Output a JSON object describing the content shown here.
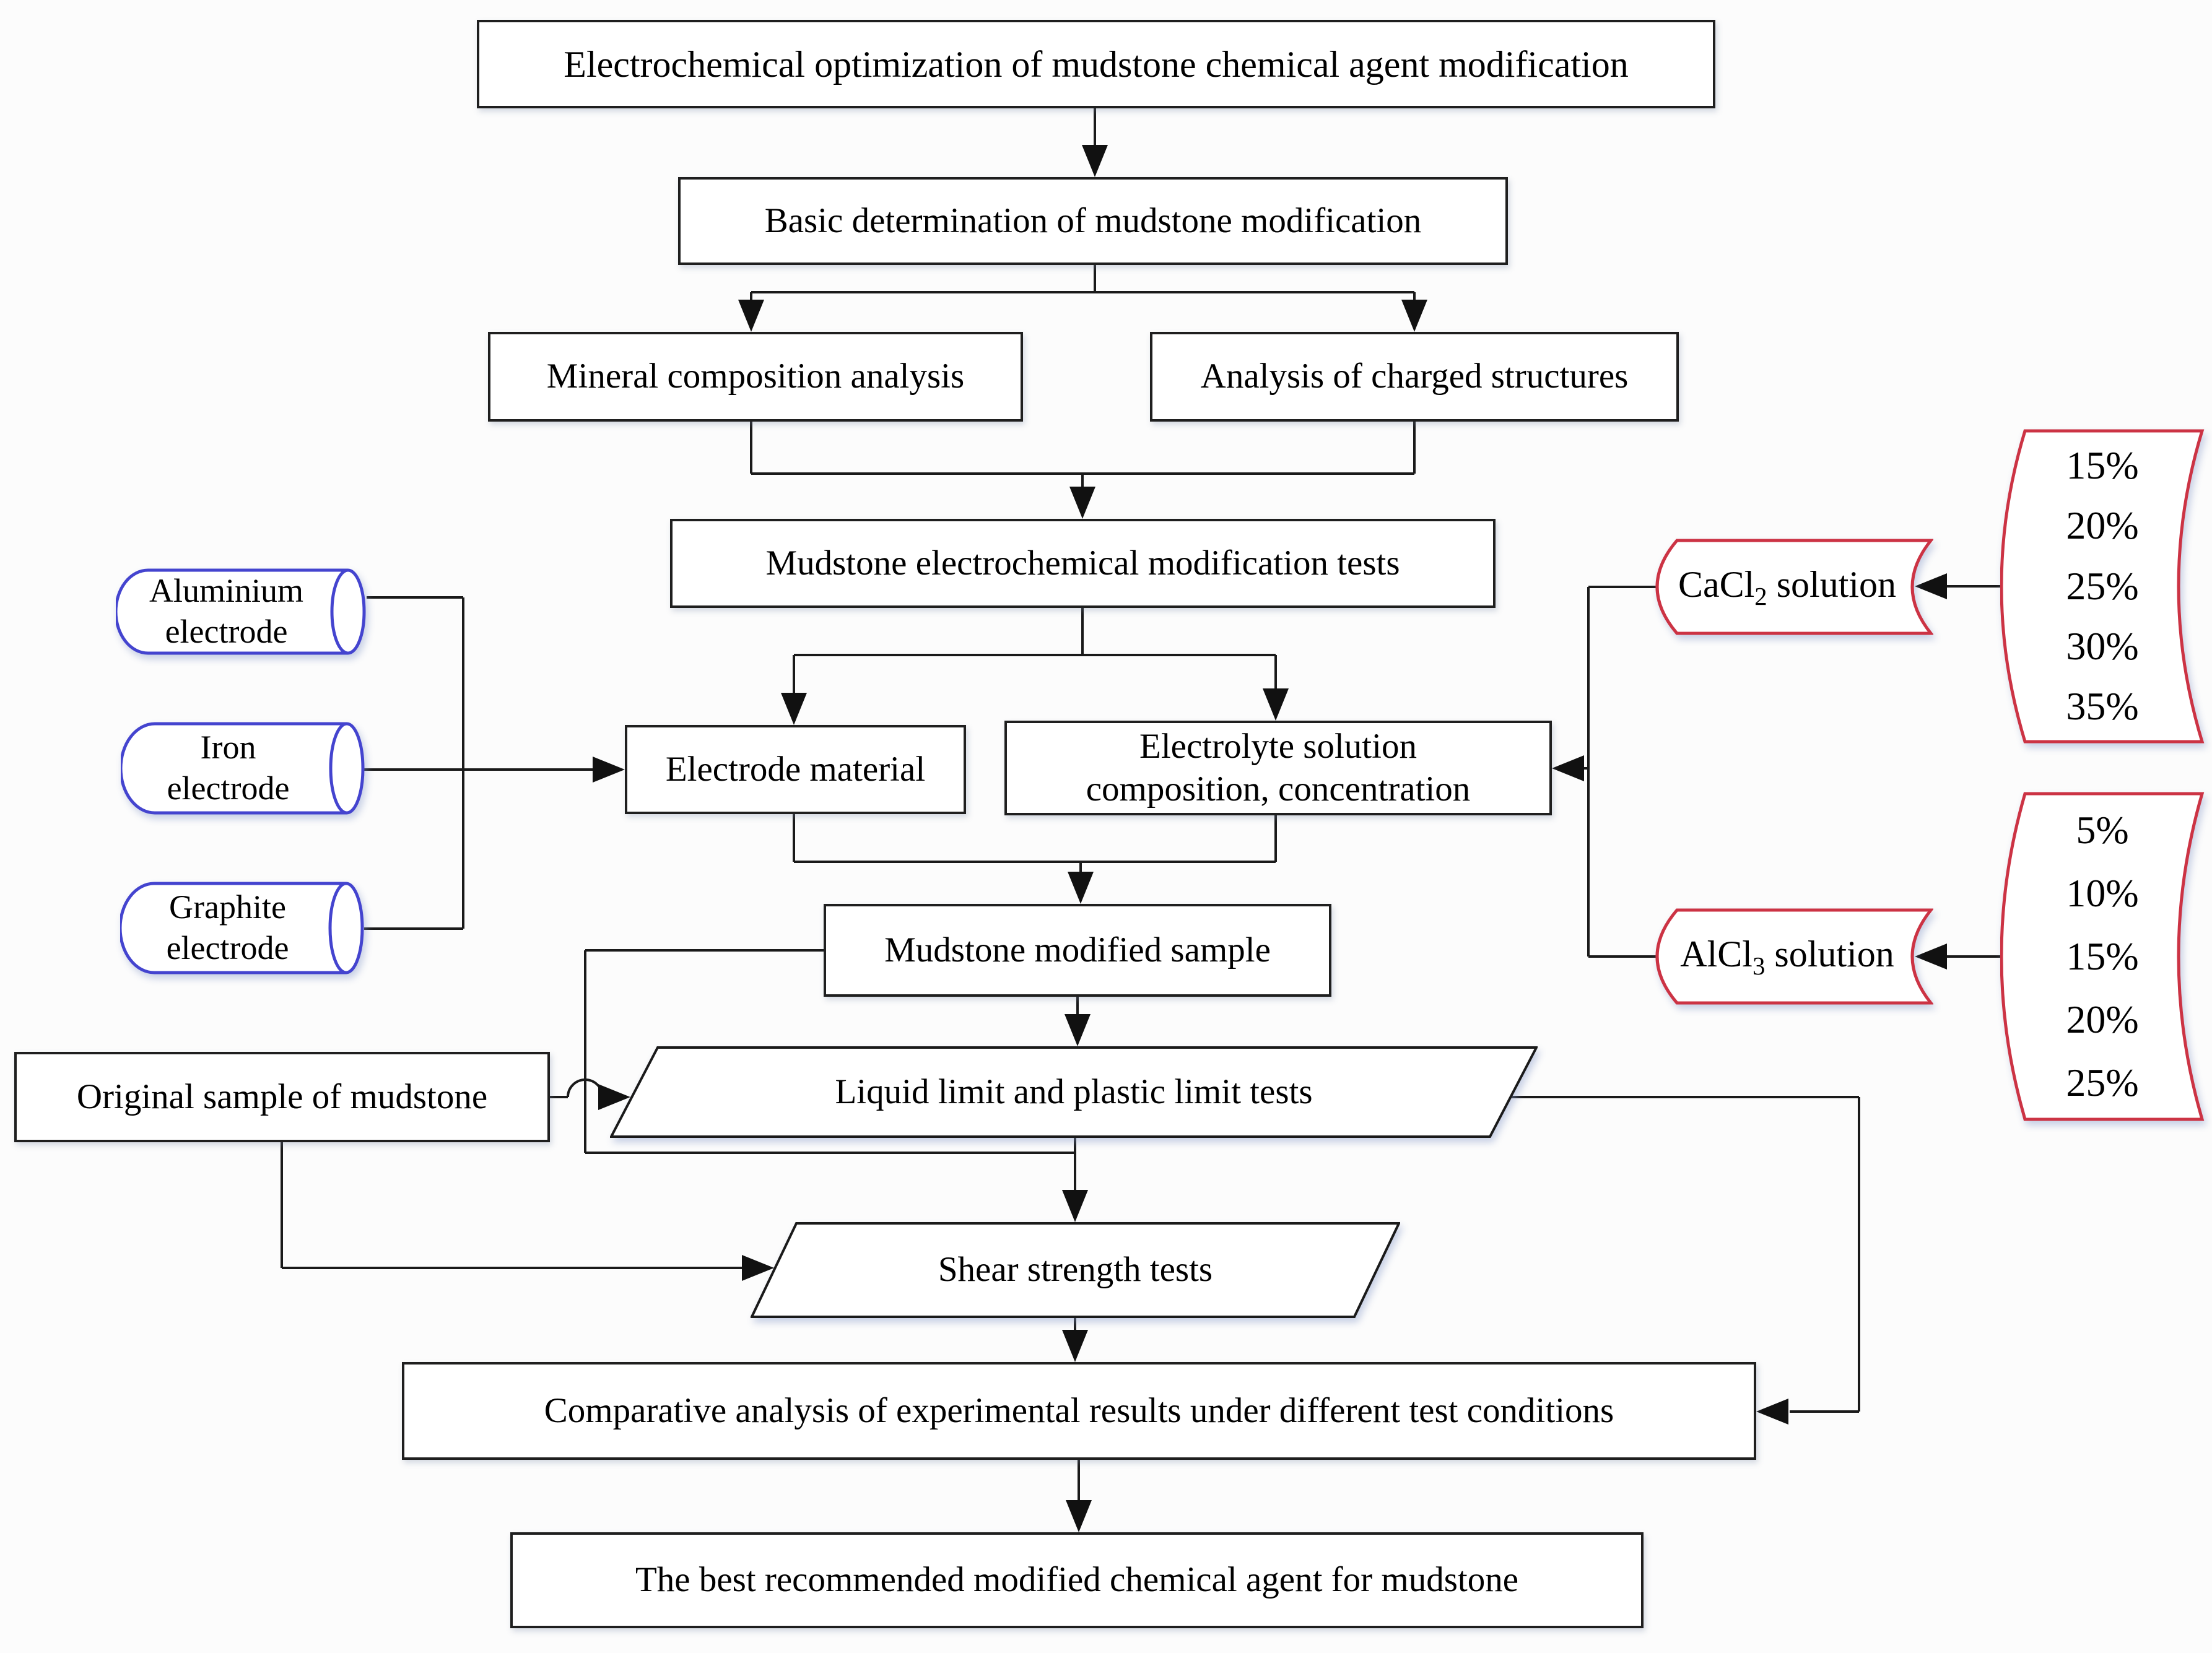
{
  "diagram": {
    "title": "Electrochemical optimization of mudstone chemical agent modification",
    "nodes": {
      "basic": "Basic determination of mudstone modification",
      "mineral": "Mineral composition analysis",
      "charged": "Analysis of charged structures",
      "tests": "Mudstone electrochemical modification tests",
      "electrode_material": "Electrode material",
      "electrolyte_line1": "Electrolyte solution",
      "electrolyte_line2": "composition, concentration",
      "modified_sample": "Mudstone modified sample",
      "original_sample": "Original sample of mudstone",
      "liquid_limit": "Liquid limit and plastic limit tests",
      "shear": "Shear strength tests",
      "comparative": "Comparative analysis of experimental results under different test conditions",
      "best": "The best recommended modified chemical agent for mudstone"
    },
    "electrodes": [
      {
        "line1": "Aluminium",
        "line2": "electrode"
      },
      {
        "line1": "Iron",
        "line2": "electrode"
      },
      {
        "line1": "Graphite",
        "line2": "electrode"
      }
    ],
    "solutions": {
      "cacl2": {
        "formula_base": "CaCl",
        "formula_sub": "2",
        "suffix": " solution",
        "concentrations": [
          "15%",
          "20%",
          "25%",
          "30%",
          "35%"
        ]
      },
      "alcl3": {
        "formula_base": "AlCl",
        "formula_sub": "3",
        "suffix": " solution",
        "concentrations": [
          "5%",
          "10%",
          "15%",
          "20%",
          "25%"
        ]
      }
    },
    "colors": {
      "line": "#1a1a1a",
      "box_border": "#1f1f1f",
      "electrode_border": "#4444cf",
      "solution_border": "#cc3344",
      "box_fill": "#ffffff",
      "background": "#fcfcfc"
    }
  }
}
